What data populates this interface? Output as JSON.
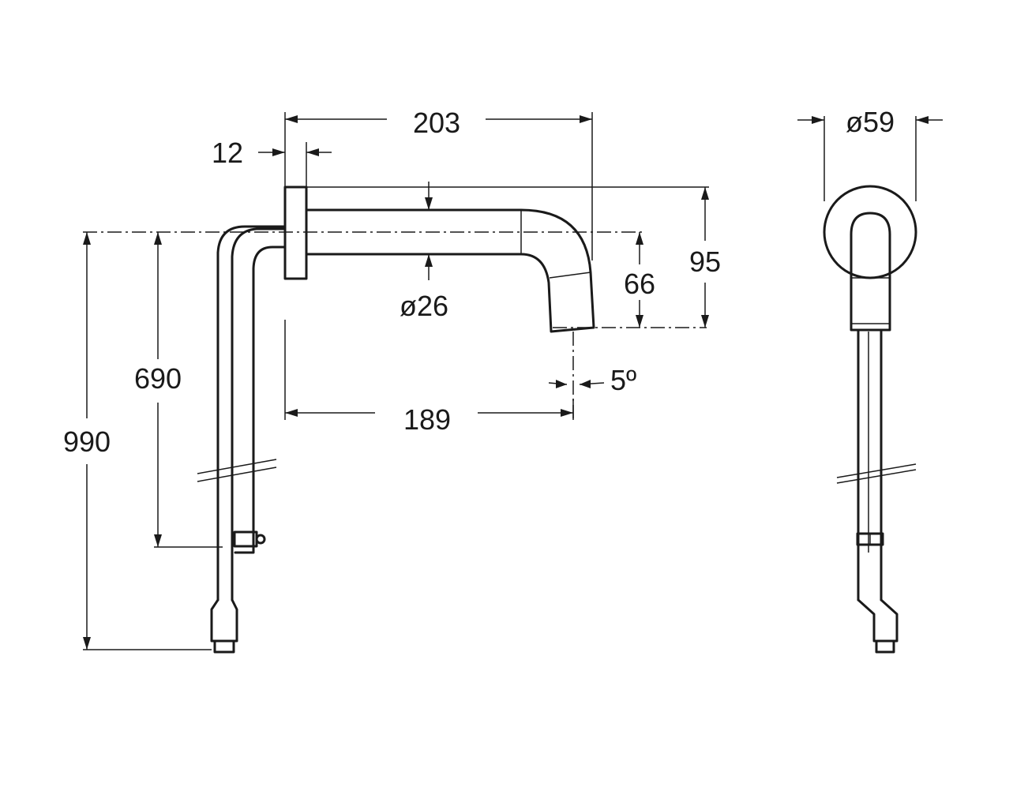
{
  "dimensions": {
    "overall_length": "203",
    "flange_thickness": "12",
    "spout_diameter": "ø26",
    "outlet_height": "66",
    "flange_height": "95",
    "outlet_distance": "189",
    "angle": "5º",
    "rough_in_depth": "690",
    "total_depth": "990",
    "rosette_diameter": "ø59"
  }
}
